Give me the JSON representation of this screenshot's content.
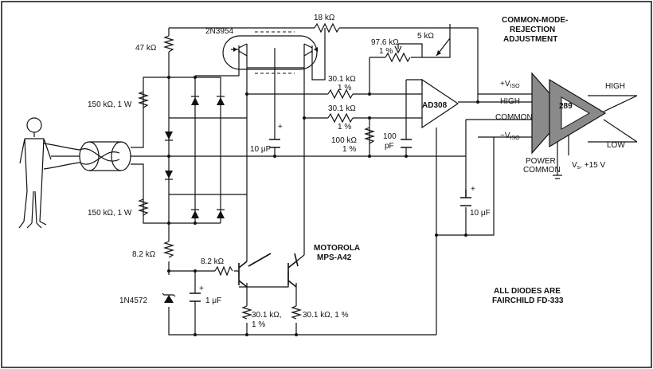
{
  "labels": {
    "r18k": "18 kΩ",
    "r47k": "47 kΩ",
    "q_jfet": "2N3954",
    "r976": "97.6 kΩ",
    "r976_tol": "1 %",
    "pot5k": "5 kΩ",
    "cmr_1": "COMMON-MODE-",
    "cmr_2": "REJECTION",
    "cmr_3": "ADJUSTMENT",
    "r150a": "150 kΩ, 1 W",
    "r150b": "150 kΩ, 1 W",
    "r301a": "30.1 kΩ",
    "r301a_tol": "1 %",
    "r301b": "30.1 kΩ",
    "r301b_tol": "1 %",
    "r100k": "100 kΩ",
    "r100k_tol": "1 %",
    "c100p_1": "100",
    "c100p_2": "pF",
    "c10u_a": "10 μF",
    "c10u_b": "10 μF",
    "opamp": "AD308",
    "iso_amp": "289",
    "viso_p": "+V",
    "viso_p_sub": "ISO",
    "viso_n": "−V",
    "viso_n_sub": "ISO",
    "in_high": "HIGH",
    "in_common": "COMMON",
    "out_high": "HIGH",
    "out_low": "LOW",
    "power_common_1": "POWER",
    "power_common_2": "COMMON",
    "vs": "V",
    "vs_sub": "s",
    "vs_val": ", +15 V",
    "r82k_a": "8.2 kΩ",
    "r82k_b": "8.2 kΩ",
    "bjt_1": "MOTOROLA",
    "bjt_2": "MPS-A42",
    "zener": "1N4572",
    "c1u": "1 μF",
    "r301c": "30.1 kΩ,",
    "r301c_tol": "1 %",
    "r301d": "30.1 kΩ, 1 %",
    "note_1": "ALL DIODES ARE",
    "note_2": "FAIRCHILD FD-333"
  }
}
